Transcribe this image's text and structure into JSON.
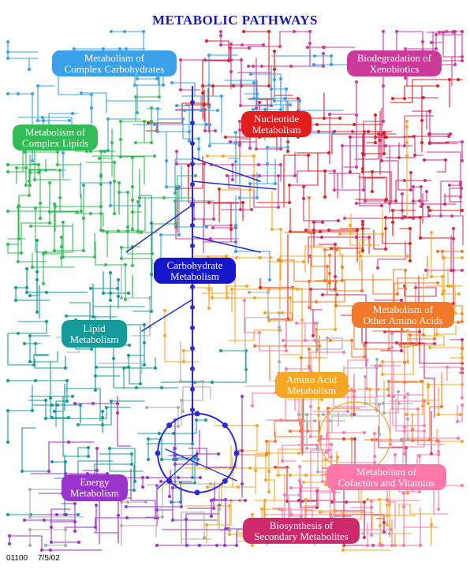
{
  "title": "METABOLIC PATHWAYS",
  "footer": {
    "map_id": "01100",
    "date": "7/5/02"
  },
  "colors": {
    "carbohydrate": "#2a2ad6",
    "complex_carbohydrates": "#3aa0e8",
    "complex_lipids": "#33bb55",
    "lipid": "#159a9a",
    "nucleotide": "#e01e1e",
    "amino_acid": "#f5a623",
    "other_amino_acids": "#f2782a",
    "cofactors": "#ff77aa",
    "energy": "#9933cc",
    "secondary": "#cc2a6a",
    "xenobiotics": "#cc3a99",
    "title": "#1a1aa8"
  },
  "categories": {
    "complex_carbohydrates": {
      "line1": "Metabolism of",
      "line2": "Complex Carbohydrates"
    },
    "complex_lipids": {
      "line1": "Metabolism of",
      "line2": "Complex Lipids"
    },
    "nucleotide": {
      "line1": "Nucleotide",
      "line2": "Metabolism"
    },
    "xenobiotics": {
      "line1": "Biodegradation of",
      "line2": "Xenobiotics"
    },
    "carbohydrate": {
      "line1": "Carbohydrate",
      "line2": "Metabolism"
    },
    "lipid": {
      "line1": "Lipid",
      "line2": "Metabolism"
    },
    "other_amino_acids": {
      "line1": "Metabolism of",
      "line2": "Other Amino Acids"
    },
    "amino_acid": {
      "line1": "Amino Acid",
      "line2": "Metabolism"
    },
    "energy": {
      "line1": "Energy",
      "line2": "Metabolism"
    },
    "cofactors": {
      "line1": "Metabolism of",
      "line2": "Cofactors and Vitamins"
    },
    "secondary": {
      "line1": "Biosynthesis of",
      "line2": "Secondary Metabolites"
    }
  }
}
